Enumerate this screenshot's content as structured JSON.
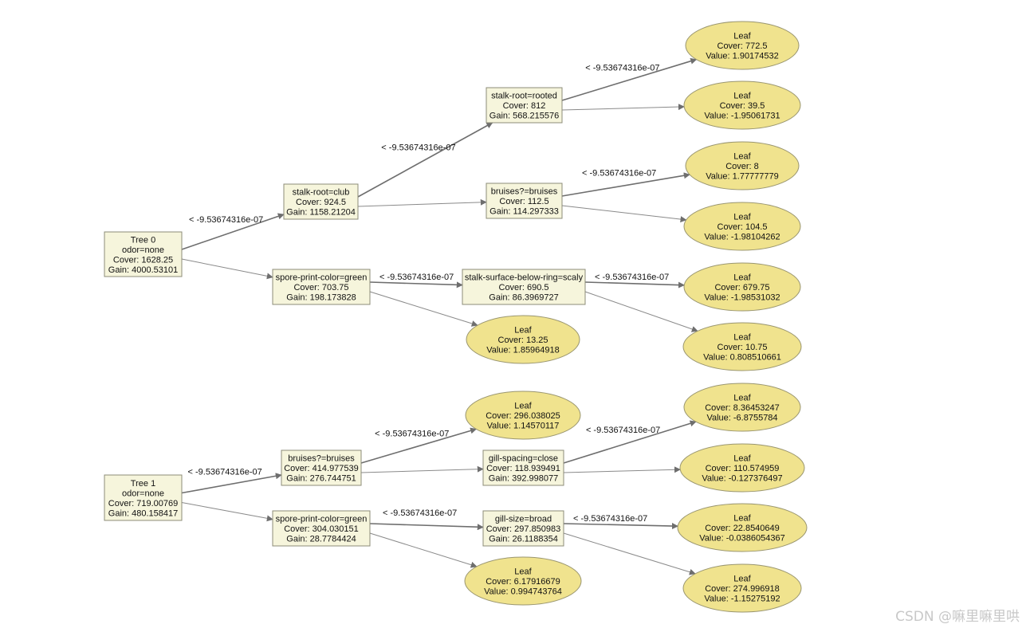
{
  "edge_label": "< -9.53674316e-07",
  "watermark": "CSDN @嘛里嘛里哄",
  "nodes": {
    "t0_root": {
      "lines": [
        "Tree 0",
        "odor=none",
        "Cover: 1628.25",
        "Gain: 4000.53101"
      ]
    },
    "t0_sr": {
      "lines": [
        "stalk-root=club",
        "Cover: 924.5",
        "Gain: 1158.21204"
      ]
    },
    "t0_spc": {
      "lines": [
        "spore-print-color=green",
        "Cover: 703.75",
        "Gain: 198.173828"
      ]
    },
    "t0_srr": {
      "lines": [
        "stalk-root=rooted",
        "Cover: 812",
        "Gain: 568.215576"
      ]
    },
    "t0_br": {
      "lines": [
        "bruises?=bruises",
        "Cover: 112.5",
        "Gain: 114.297333"
      ]
    },
    "t0_ssbr": {
      "lines": [
        "stalk-surface-below-ring=scaly",
        "Cover: 690.5",
        "Gain: 86.3969727"
      ]
    },
    "t0_leaf1": {
      "lines": [
        "Leaf",
        "Cover: 772.5",
        "Value: 1.90174532"
      ]
    },
    "t0_leaf2": {
      "lines": [
        "Leaf",
        "Cover: 39.5",
        "Value: -1.95061731"
      ]
    },
    "t0_leaf3": {
      "lines": [
        "Leaf",
        "Cover: 8",
        "Value: 1.77777779"
      ]
    },
    "t0_leaf4": {
      "lines": [
        "Leaf",
        "Cover: 104.5",
        "Value: -1.98104262"
      ]
    },
    "t0_leaf5": {
      "lines": [
        "Leaf",
        "Cover: 679.75",
        "Value: -1.98531032"
      ]
    },
    "t0_leaf6": {
      "lines": [
        "Leaf",
        "Cover: 10.75",
        "Value: 0.808510661"
      ]
    },
    "t0_leaf7": {
      "lines": [
        "Leaf",
        "Cover: 13.25",
        "Value: 1.85964918"
      ]
    },
    "t1_root": {
      "lines": [
        "Tree 1",
        "odor=none",
        "Cover: 719.00769",
        "Gain: 480.158417"
      ]
    },
    "t1_br": {
      "lines": [
        "bruises?=bruises",
        "Cover: 414.977539",
        "Gain: 276.744751"
      ]
    },
    "t1_spc": {
      "lines": [
        "spore-print-color=green",
        "Cover: 304.030151",
        "Gain: 28.7784424"
      ]
    },
    "t1_gsp": {
      "lines": [
        "gill-spacing=close",
        "Cover: 118.939491",
        "Gain: 392.998077"
      ]
    },
    "t1_gsz": {
      "lines": [
        "gill-size=broad",
        "Cover: 297.850983",
        "Gain: 26.1188354"
      ]
    },
    "t1_leaf1": {
      "lines": [
        "Leaf",
        "Cover: 296.038025",
        "Value: 1.14570117"
      ]
    },
    "t1_leaf2": {
      "lines": [
        "Leaf",
        "Cover: 8.36453247",
        "Value: -6.8755784"
      ]
    },
    "t1_leaf3": {
      "lines": [
        "Leaf",
        "Cover: 110.574959",
        "Value: -0.127376497"
      ]
    },
    "t1_leaf4": {
      "lines": [
        "Leaf",
        "Cover: 22.8540649",
        "Value: -0.0386054367"
      ]
    },
    "t1_leaf5": {
      "lines": [
        "Leaf",
        "Cover: 274.996918",
        "Value: -1.15275192"
      ]
    },
    "t1_leaf6": {
      "lines": [
        "Leaf",
        "Cover: 6.17916679",
        "Value: 0.994743764"
      ]
    }
  },
  "edges": [
    {
      "from": "t0_root",
      "to": "t0_sr",
      "labeled": true
    },
    {
      "from": "t0_root",
      "to": "t0_spc",
      "labeled": false
    },
    {
      "from": "t0_sr",
      "to": "t0_srr",
      "labeled": true
    },
    {
      "from": "t0_sr",
      "to": "t0_br",
      "labeled": false
    },
    {
      "from": "t0_srr",
      "to": "t0_leaf1",
      "labeled": true
    },
    {
      "from": "t0_srr",
      "to": "t0_leaf2",
      "labeled": false
    },
    {
      "from": "t0_br",
      "to": "t0_leaf3",
      "labeled": true
    },
    {
      "from": "t0_br",
      "to": "t0_leaf4",
      "labeled": false
    },
    {
      "from": "t0_spc",
      "to": "t0_ssbr",
      "labeled": true
    },
    {
      "from": "t0_spc",
      "to": "t0_leaf7",
      "labeled": false
    },
    {
      "from": "t0_ssbr",
      "to": "t0_leaf5",
      "labeled": true
    },
    {
      "from": "t0_ssbr",
      "to": "t0_leaf6",
      "labeled": false
    },
    {
      "from": "t1_root",
      "to": "t1_br",
      "labeled": true
    },
    {
      "from": "t1_root",
      "to": "t1_spc",
      "labeled": false
    },
    {
      "from": "t1_br",
      "to": "t1_leaf1",
      "labeled": true
    },
    {
      "from": "t1_br",
      "to": "t1_gsp",
      "labeled": false
    },
    {
      "from": "t1_gsp",
      "to": "t1_leaf2",
      "labeled": true
    },
    {
      "from": "t1_gsp",
      "to": "t1_leaf3",
      "labeled": false
    },
    {
      "from": "t1_spc",
      "to": "t1_gsz",
      "labeled": true
    },
    {
      "from": "t1_spc",
      "to": "t1_leaf6",
      "labeled": false
    },
    {
      "from": "t1_gsz",
      "to": "t1_leaf4",
      "labeled": true
    },
    {
      "from": "t1_gsz",
      "to": "t1_leaf5",
      "labeled": false
    }
  ]
}
